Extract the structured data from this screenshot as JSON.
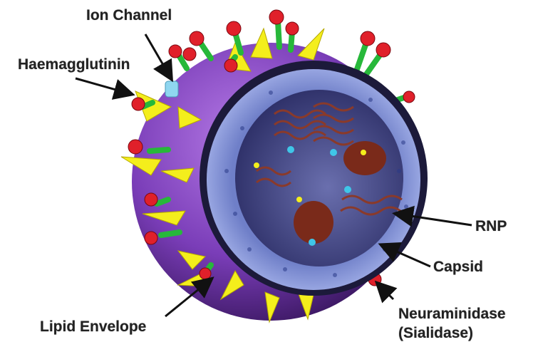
{
  "labels": {
    "ion_channel": "Ion Channel",
    "haemagglutinin": "Haemagglutinin",
    "rnp": "RNP",
    "capsid": "Capsid",
    "lipid_envelope": "Lipid Envelope",
    "neuraminidase": "Neuraminidase",
    "sialidase": "(Sialidase)"
  },
  "colors": {
    "envelope": "#8a4fc9",
    "envelope_dark": "#3a1760",
    "capsid": "#8f9ee0",
    "interior": "#3d3f83",
    "spike_yellow": "#f4ee1c",
    "neuraminidase_head": "#e0202a",
    "neuraminidase_stalk": "#27b83a",
    "ion_channel": "#8fd6f0",
    "rnp": "#8a3a2a"
  }
}
